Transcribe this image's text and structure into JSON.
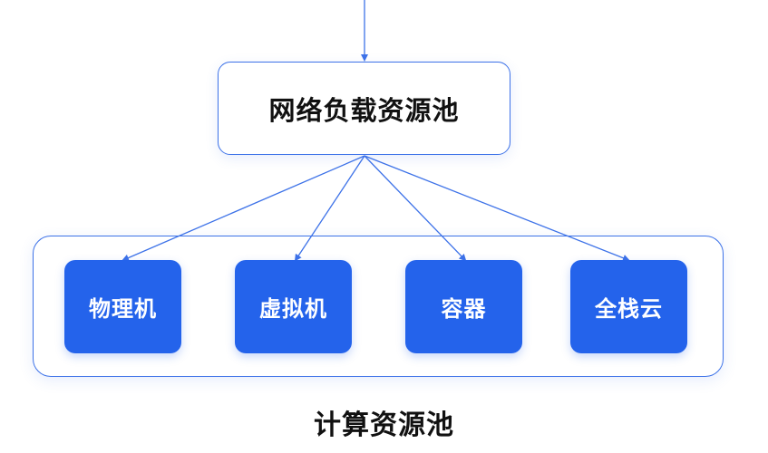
{
  "load_balancer_pool": {
    "title": "网络负载资源池"
  },
  "compute_pool": {
    "label": "计算资源池",
    "nodes": [
      {
        "label": "物理机"
      },
      {
        "label": "虚拟机"
      },
      {
        "label": "容器"
      },
      {
        "label": "全栈云"
      }
    ]
  },
  "colors": {
    "accent": "#2463eb",
    "border": "#3d72e8",
    "text": "#111111"
  }
}
